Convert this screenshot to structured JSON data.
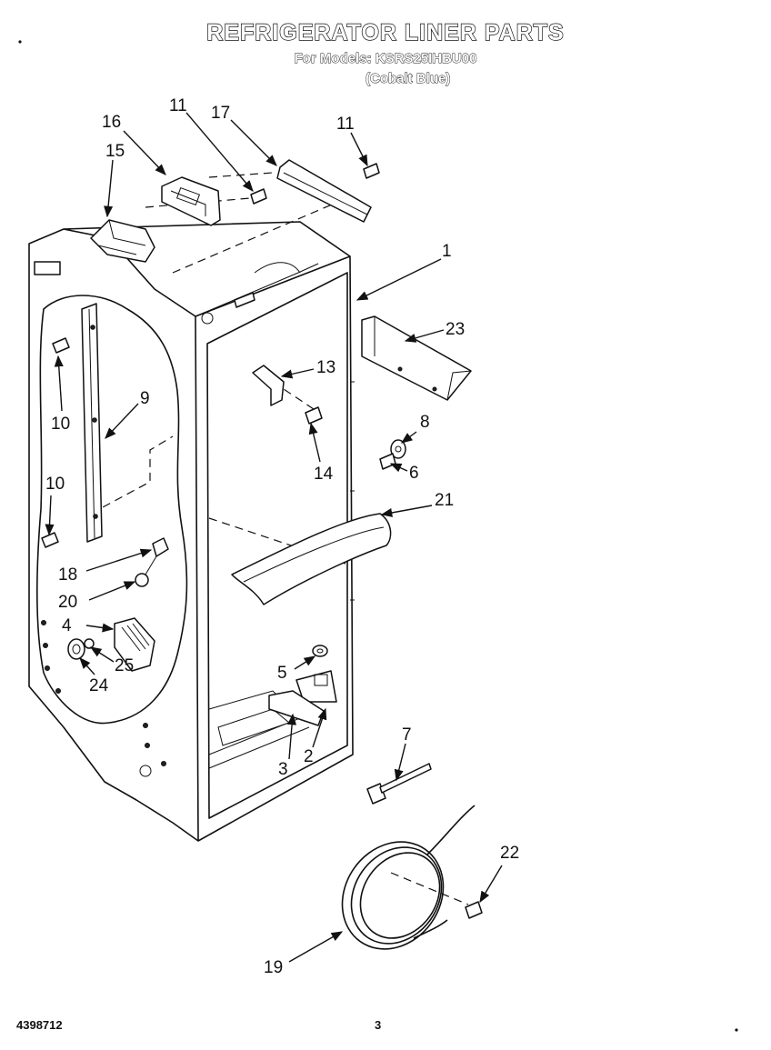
{
  "header": {
    "title": "REFRIGERATOR LINER PARTS",
    "models": "For Models: KSRS25IHBU00",
    "variant": "(Cobalt Blue)"
  },
  "footer": {
    "doc_number": "4398712",
    "page_number": "3"
  },
  "callouts": {
    "c1": "1",
    "c2": "2",
    "c3": "3",
    "c4": "4",
    "c5": "5",
    "c6": "6",
    "c7": "7",
    "c8": "8",
    "c9": "9",
    "c10a": "10",
    "c10b": "10",
    "c11a": "11",
    "c11b": "11",
    "c13": "13",
    "c14": "14",
    "c15": "15",
    "c16": "16",
    "c17": "17",
    "c18": "18",
    "c19": "19",
    "c20": "20",
    "c21": "21",
    "c22": "22",
    "c23": "23",
    "c24": "24",
    "c25": "25"
  }
}
